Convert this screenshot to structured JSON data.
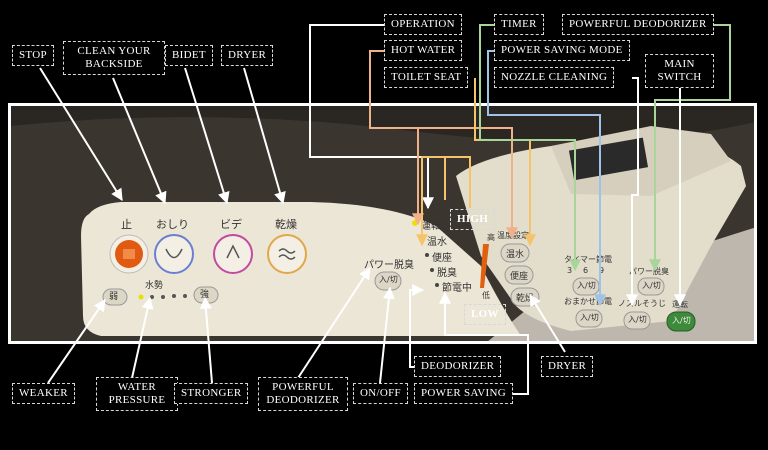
{
  "labels": {
    "stop": "STOP",
    "clean_backside": "CLEAN YOUR BACKSIDE",
    "bidet": "BIDET",
    "dryer_top": "DRYER",
    "operation": "OPERATION",
    "hot_water": "HOT WATER",
    "toilet_seat": "TOILET SEAT",
    "timer": "TIMER",
    "powerful_deodorizer_top": "POWERFUL DEODORIZER",
    "power_saving_mode": "POWER SAVING MODE",
    "nozzle_cleaning": "NOZZLE CLEANING",
    "main_switch": "MAIN SWITCH",
    "high": "HIGH",
    "low": "LOW",
    "weaker": "WEAKER",
    "water_pressure": "WATER PRESSURE",
    "stronger": "STRONGER",
    "powerful_deodorizer_bottom": "POWERFUL DEODORIZER",
    "on_off": "ON/OFF",
    "deodorizer": "DEODORIZER",
    "power_saving": "POWER SAVING",
    "dryer_bottom": "DRYER"
  },
  "panel": {
    "btn_stop": "止",
    "btn_oshiri": "おしり",
    "btn_bidet": "ビデ",
    "btn_dryer": "乾燥",
    "pressure_label": "水勢",
    "pressure_weak": "弱",
    "pressure_strong": "強",
    "deo_label": "パワー脱臭",
    "deo_btn": "入/切",
    "ind_operation": "運転",
    "ind_water": "温水",
    "ind_seat": "便座",
    "ind_deo": "脱臭",
    "ind_save": "節電中",
    "temp_high": "高",
    "temp_low": "低",
    "temp_setting": "温度設定",
    "btn_water": "温水",
    "btn_seat": "便座",
    "btn_dry": "乾燥",
    "timer_label": "タイマー節電",
    "timer_3": "3",
    "timer_6": "6",
    "timer_9": "9",
    "timer_btn": "入/切",
    "omakase_label": "おまかせ節電",
    "omakase_btn": "入/切",
    "pw_deo_label": "パワー脱臭",
    "pw_deo_btn": "入/切",
    "nozzle_label": "ノズルそうじ",
    "nozzle_btn": "入/切",
    "main_label": "運転",
    "main_btn": "入/切"
  },
  "colors": {
    "callout_orange": "#f0b089",
    "callout_yellow": "#f5c46a",
    "callout_green": "#a9d59b",
    "callout_blue": "#9fc3e8",
    "stop_button": "#e05a12",
    "panel": "#ece6d6"
  }
}
